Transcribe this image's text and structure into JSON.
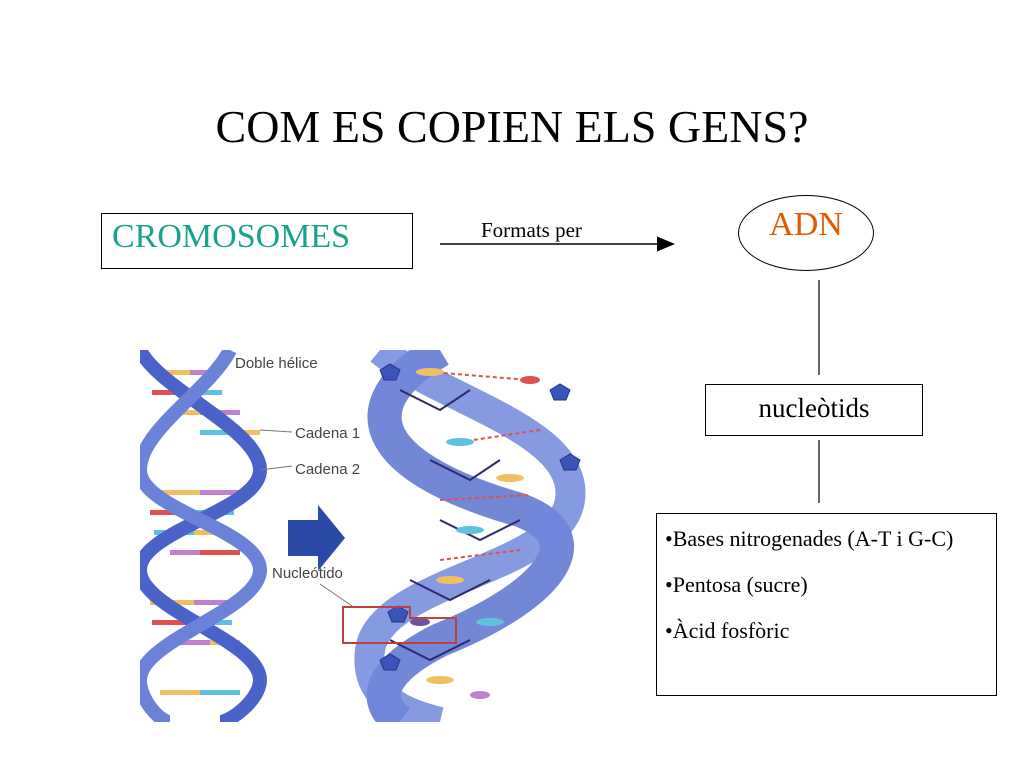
{
  "title": "COM ES COPIEN ELS GENS?",
  "chromosomes_label": "CROMOSOMES",
  "arrow_label": "Formats per",
  "dna_label": "ADN",
  "nucleotides_label": "nucleòtids",
  "components": [
    "•Bases nitrogenades (A-T  i G-C)",
    "•Pentosa (sucre)",
    "•Àcid fosfòric"
  ],
  "figure_labels": {
    "double_helix": "Doble hélice",
    "chain1": "Cadena 1",
    "chain2": "Cadena 2",
    "nucleotide": "Nucleótido"
  },
  "colors": {
    "chromosomes_text": "#1aa38c",
    "dna_text": "#e05a00",
    "helix_blue": "#4a63c8",
    "arrow_blue": "#2a4aa8"
  },
  "icons": [
    "double-helix-illustration",
    "right-arrow-icon",
    "nucleotide-highlight-box"
  ]
}
